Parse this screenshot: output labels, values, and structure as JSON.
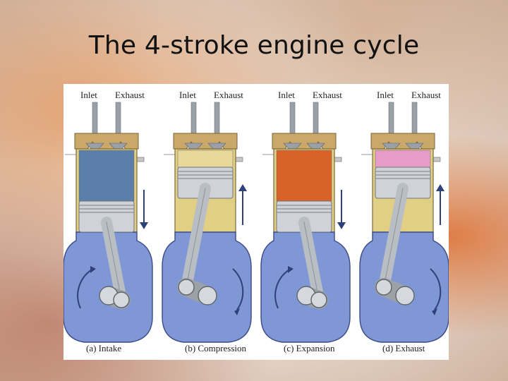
{
  "slide": {
    "title": "The 4-stroke engine cycle"
  },
  "labels": {
    "inlet": "Inlet",
    "exhaust": "Exhaust"
  },
  "stages": [
    {
      "caption": "(a)  Intake",
      "charge_color": "#5b7fa8",
      "piston_arrow": "down",
      "crank_rotation": "clockwise"
    },
    {
      "caption": "(b)  Compression",
      "charge_color": "#e8d89a",
      "piston_arrow": "up",
      "crank_rotation": "counterclockwise"
    },
    {
      "caption": "(c)  Expansion",
      "charge_color": "#d9622a",
      "piston_arrow": "down",
      "crank_rotation": "clockwise"
    },
    {
      "caption": "(d)  Exhaust",
      "charge_color": "#e79bc7",
      "piston_arrow": "up",
      "crank_rotation": "counterclockwise"
    }
  ],
  "colors": {
    "crankcase": "#8097d6",
    "arrow": "#2f3f7a",
    "metal": "#cfd3d8"
  }
}
